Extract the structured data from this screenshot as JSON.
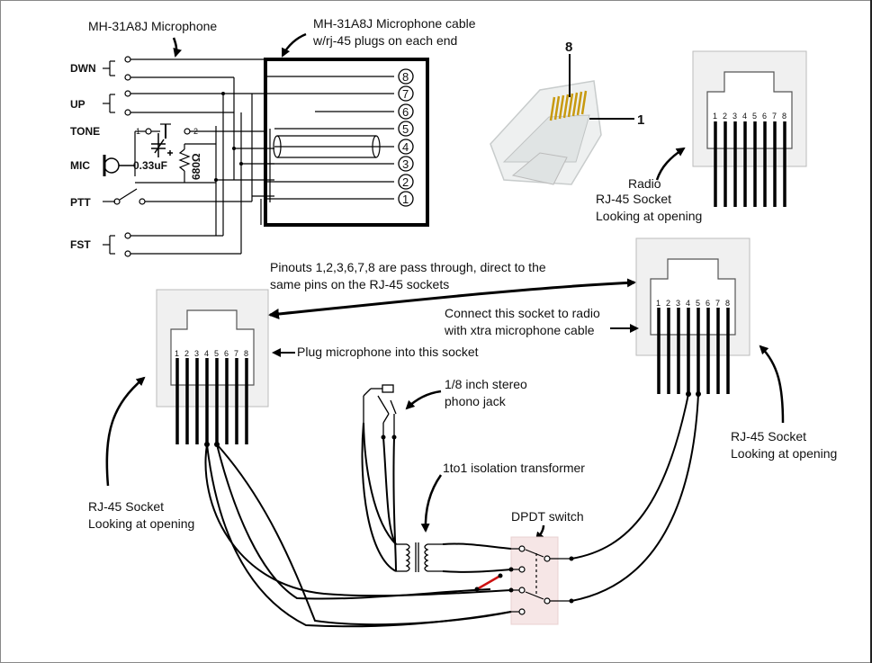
{
  "mic_panel": {
    "title": "MH-31A8J Microphone",
    "switch_labels": [
      "DWN",
      "UP",
      "TONE",
      "MIC",
      "PTT",
      "FST"
    ],
    "tone_pin_1": "1",
    "tone_pin_2": "2",
    "capacitor_value": "0.33uF",
    "resistor_value": "680Ω"
  },
  "cable": {
    "title_line1": "MH-31A8J Microphone cable",
    "title_line2": "w/rj-45 plugs on each end",
    "pins": [
      "8",
      "7",
      "6",
      "5",
      "4",
      "3",
      "2",
      "1"
    ]
  },
  "plug": {
    "pin_top": "8",
    "pin_right": "1"
  },
  "socket_pins": [
    "1",
    "2",
    "3",
    "4",
    "5",
    "6",
    "7",
    "8"
  ],
  "labels": {
    "radio_socket": [
      "Radio",
      "RJ-45 Socket",
      "Looking at opening"
    ],
    "pinouts": [
      "Pinouts 1,2,3,6,7,8 are pass through, direct to the",
      "same pins on the RJ-45 sockets"
    ],
    "connect": [
      "Connect this socket to radio",
      "with xtra microphone cable"
    ],
    "plug_mic": "Plug microphone into this socket",
    "phono": [
      "1/8 inch stereo",
      "phono jack"
    ],
    "transformer": "1to1 isolation transformer",
    "dpdt": "DPDT switch",
    "left_socket": [
      "RJ-45 Socket",
      "Looking at opening"
    ],
    "right_socket": [
      "RJ-45 Socket",
      "Looking at opening"
    ]
  }
}
